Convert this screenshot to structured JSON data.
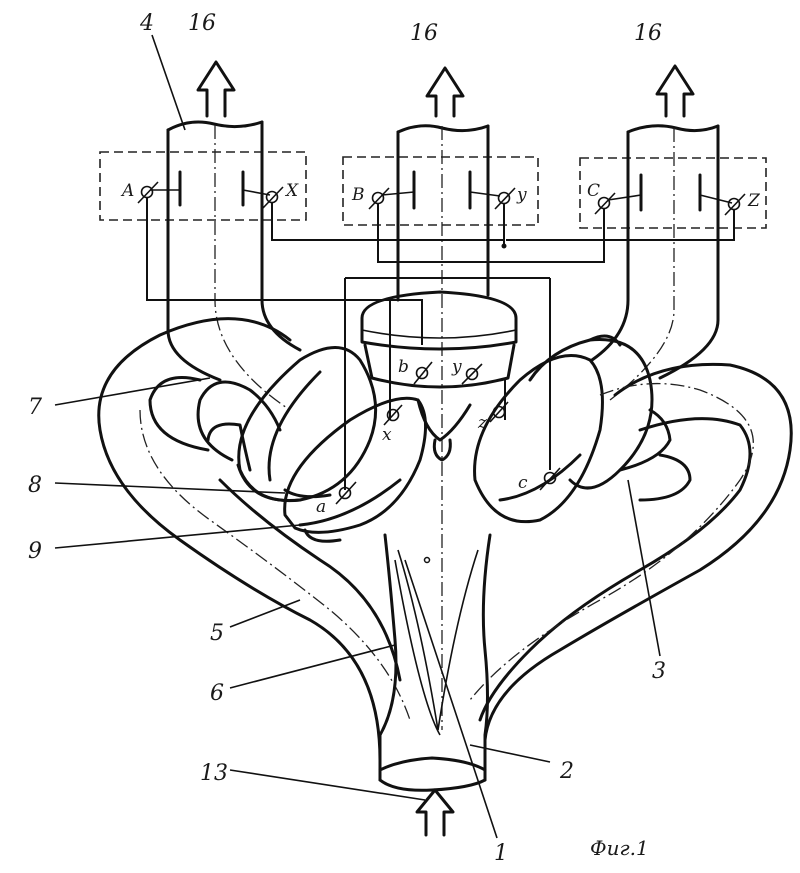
{
  "figure": {
    "caption": "Фиг.1",
    "ref_numerals": {
      "n1": "1",
      "n2": "2",
      "n3": "3",
      "n4": "4",
      "n5": "5",
      "n6": "6",
      "n7": "7",
      "n8": "8",
      "n9": "9",
      "n13": "13",
      "n16_left": "16",
      "n16_mid": "16",
      "n16_right": "16"
    },
    "terminals": {
      "A": "A",
      "X_top": "X",
      "B": "B",
      "y_top": "y",
      "C": "C",
      "Z_top": "Z",
      "a": "a",
      "x_low": "x",
      "b": "b",
      "y_low": "y",
      "c": "c",
      "z_low": "z"
    }
  }
}
